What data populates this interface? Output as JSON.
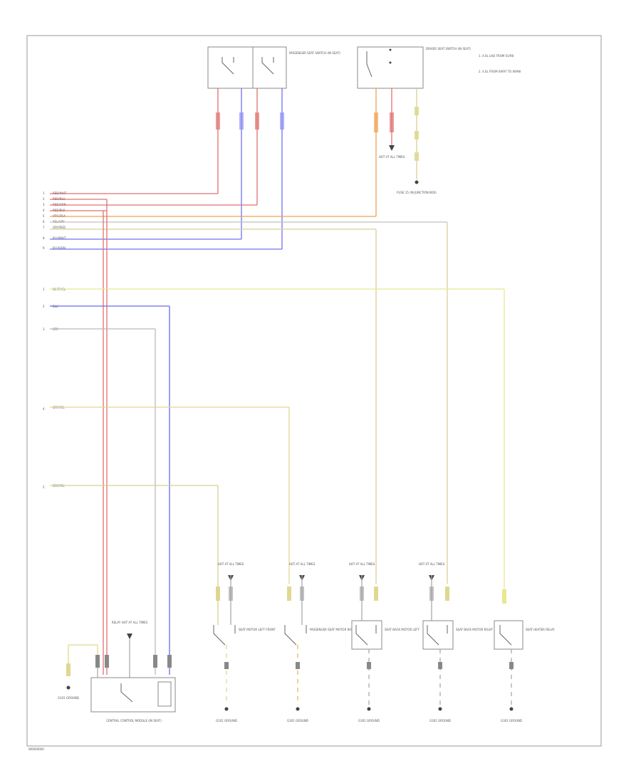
{
  "diagram": {
    "page_id": "W0000000",
    "legend": [
      "1. 4.0L LHD FROM 01/98",
      "2. 4.0L FROM 09/97 TO 09/98"
    ],
    "harness_labels": [
      "RED/WHT",
      "RED/BLU",
      "RED/GRN",
      "RED/BLK",
      "ORG/BLK",
      "YEL/GRY",
      "GRY/RED",
      "BLU/WHT",
      "BLU/GRN"
    ],
    "side_wires": [
      {
        "label": "WHT/YEL",
        "color": "#e8e890"
      },
      {
        "label": "BLU",
        "color": "#6a6af5"
      },
      {
        "label": "GRY",
        "color": "#bbbbbb"
      },
      {
        "label": "GRY/YEL",
        "color": "#e0d890"
      },
      {
        "label": "GRY/YEL",
        "color": "#d8d090"
      }
    ],
    "components": {
      "top_left_switch": "PASSENGER SEAT SWITCH (IN SEAT)",
      "top_right_switch": "DRIVER SEAT SWITCH (IN SEAT)",
      "hot_fuse_mid": "HOT AT ALL TIMES",
      "fuse_mid": "FUSE 15 (IN JUNCTION BOX)",
      "hot_fuse_bottom": [
        "HOT AT ALL TIMES",
        "HOT AT ALL TIMES",
        "HOT AT ALL TIMES",
        "HOT AT ALL TIMES"
      ],
      "switches_bottom": [
        "SEAT MOTOR LEFT FRONT",
        "PASSENGER SEAT MOTOR RIGHT",
        "SEAT BACK MOTOR LEFT",
        "SEAT BACK MOTOR RIGHT",
        "SEAT HEATER RELAY"
      ],
      "grounds_bottom": [
        "G101 GROUND",
        "G301 GROUND",
        "G301 GROUND",
        "G301 GROUND",
        "G301 GROUND"
      ],
      "control_module": "CENTRAL CONTROL MODULE (IN SEAT)",
      "relay_label": "RELAY HOT AT ALL TIMES",
      "left_ground": "G101 GROUND"
    },
    "wire_colors": {
      "red": "#e07070",
      "blue": "#7070f0",
      "orange": "#f0a050",
      "yellow": "#e8e8a0",
      "tan": "#d8d098",
      "gray": "#c0c0c0"
    }
  }
}
